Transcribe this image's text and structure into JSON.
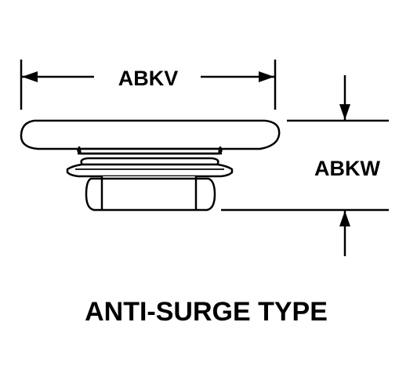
{
  "drawing": {
    "dimension_width_label": "ABKV",
    "dimension_height_label": "ABKW",
    "caption": "ANTI-SURGE TYPE",
    "line_color": "#000000",
    "background_color": "#ffffff"
  }
}
